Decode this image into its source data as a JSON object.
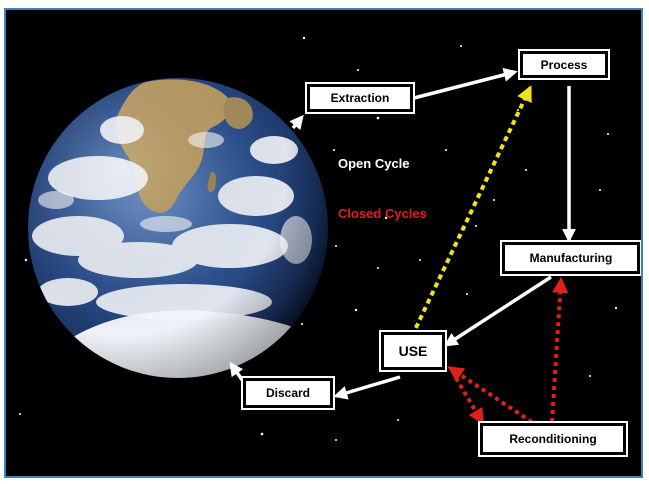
{
  "diagram": {
    "nodes": {
      "extraction": "Extraction",
      "process": "Process",
      "manufacturing": "Manufacturing",
      "use": "USE",
      "discard": "Discard",
      "reconditioning": "Reconditioning"
    },
    "legend": {
      "open_cycle": "Open Cycle",
      "closed_cycles": "Closed Cycles"
    },
    "colors": {
      "background": "#000000",
      "frame_border": "#3a83c4",
      "open_cycle_text": "#ffffff",
      "closed_cycles_text": "#e0201b",
      "open_arrow": "#ffffff",
      "return_arrow": "#f2e21a",
      "closed_arrow": "#e0201b"
    },
    "edges": [
      {
        "from": "Extraction",
        "to": "Process",
        "style": "solid-white"
      },
      {
        "from": "Process",
        "to": "Manufacturing",
        "style": "solid-white"
      },
      {
        "from": "Manufacturing",
        "to": "USE",
        "style": "solid-white"
      },
      {
        "from": "USE",
        "to": "Discard",
        "style": "solid-white"
      },
      {
        "from": "Discard",
        "to": "Earth",
        "style": "solid-white"
      },
      {
        "from": "Earth",
        "to": "Extraction",
        "style": "solid-white"
      },
      {
        "from": "USE",
        "to": "Process",
        "style": "dotted-yellow"
      },
      {
        "from": "USE",
        "to": "Reconditioning",
        "style": "dotted-red"
      },
      {
        "from": "Reconditioning",
        "to": "USE",
        "style": "dotted-red"
      },
      {
        "from": "Reconditioning",
        "to": "Manufacturing",
        "style": "dotted-red"
      }
    ],
    "image": "earth-from-space"
  }
}
